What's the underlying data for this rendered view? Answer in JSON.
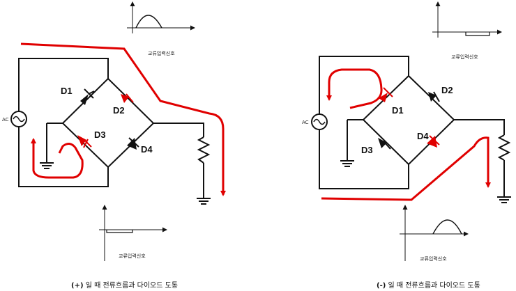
{
  "left": {
    "labels": {
      "d1": "D1",
      "d2": "D2",
      "d3": "D3",
      "d4": "D4",
      "ac": "AC",
      "graph_top": "교류입력신호",
      "graph_bottom": "교류입력신호"
    },
    "caption_prefix": "(+)",
    "caption_text": " 일 때 전류흐름과 다이오드 도통"
  },
  "right": {
    "labels": {
      "d1": "D1",
      "d2": "D2",
      "d3": "D3",
      "d4": "D4",
      "ac": "AC",
      "graph_top": "교류입력신호",
      "graph_bottom": "교류입력신호"
    },
    "caption_prefix": "(-)",
    "caption_text": " 일 때 전류흐름과 다이오드 도통"
  },
  "colors": {
    "conducting": "#e00000",
    "idle": "#111111"
  }
}
